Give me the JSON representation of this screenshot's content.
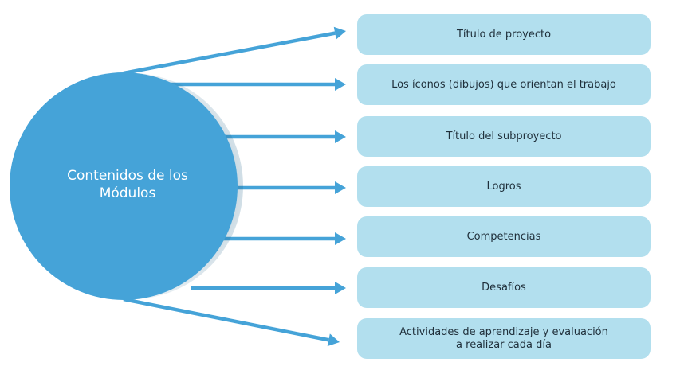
{
  "colors": {
    "circle": "#45a3d8",
    "circle_shadow": "#1d5f86",
    "arrow": "#45a3d8",
    "box_fill": "#b2dfee",
    "box_text": "#1f2f3a",
    "center_text": "#ffffff"
  },
  "center": {
    "line1": "Contenidos de los",
    "line2": "Módulos"
  },
  "items": [
    {
      "line1": "Título de proyecto",
      "line2": ""
    },
    {
      "line1": "Los íconos (dibujos) que orientan el trabajo",
      "line2": ""
    },
    {
      "line1": "Título del subproyecto",
      "line2": ""
    },
    {
      "line1": "Logros",
      "line2": ""
    },
    {
      "line1": "Competencias",
      "line2": ""
    },
    {
      "line1": "Desafíos",
      "line2": ""
    },
    {
      "line1": "Actividades de aprendizaje y evaluación",
      "line2": "a realizar cada día"
    }
  ]
}
